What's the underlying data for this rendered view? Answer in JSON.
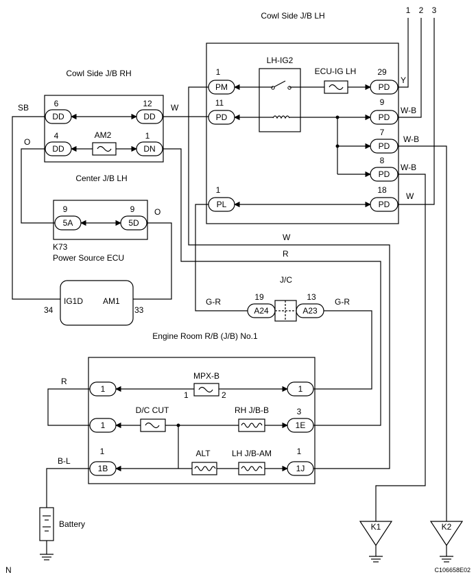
{
  "top_numbers": [
    "1",
    "2",
    "3"
  ],
  "cowl_lh": {
    "title": "Cowl Side J/B LH",
    "relay": "LH-IG2",
    "fuse": "ECU-IG LH",
    "pins": {
      "pm_num": "1",
      "pm": "PM",
      "pd11_num": "11",
      "pd11": "PD",
      "pl_num": "1",
      "pl": "PL",
      "pd29_num": "29",
      "pd29": "PD",
      "pd9_num": "9",
      "pd9": "PD",
      "pd7_num": "7",
      "pd7": "PD",
      "pd8_num": "8",
      "pd8": "PD",
      "pd18_num": "18",
      "pd18": "PD"
    },
    "wires": {
      "y": "Y",
      "wb1": "W-B",
      "wb2": "W-B",
      "wb3": "W-B",
      "w": "W"
    }
  },
  "cowl_rh": {
    "title": "Cowl Side J/B RH",
    "fuse": "AM2",
    "pins": {
      "dd6_num": "6",
      "dd6": "DD",
      "dd4_num": "4",
      "dd4": "DD",
      "dd12_num": "12",
      "dd12": "DD",
      "dn_num": "1",
      "dn": "DN"
    }
  },
  "wire_labels": {
    "sb": "SB",
    "o_left": "O",
    "w_mid": "W",
    "o_center": "O",
    "w_long": "W",
    "r_long": "R",
    "gr_left": "G-R",
    "gr_right": "G-R",
    "r_left": "R",
    "bl": "B-L"
  },
  "center_jb": {
    "title": "Center J/B LH",
    "pins": {
      "a_num": "9",
      "a": "5A",
      "d_num": "9",
      "d": "5D"
    }
  },
  "ecu": {
    "code": "K73",
    "title": "Power Source ECU",
    "ig1d": "IG1D",
    "am1": "AM1",
    "pin_ig1d": "34",
    "pin_am1": "33"
  },
  "jc": {
    "title": "J/C",
    "pins": {
      "a24_num": "19",
      "a24": "A24",
      "a23_num": "13",
      "a23": "A23"
    }
  },
  "engine_rb": {
    "title": "Engine Room R/B (J/B) No.1",
    "fuses": {
      "mpx": "MPX-B",
      "mpx_in": "1",
      "mpx_out": "2",
      "dc": "D/C CUT",
      "rh": "RH J/B-B",
      "alt": "ALT",
      "lh": "LH J/B-AM"
    },
    "pins": {
      "l1": "1",
      "l2": "1",
      "l3_num": "1",
      "l3": "1B",
      "r1": "1",
      "r2_num": "3",
      "r2": "1E",
      "r3_num": "1",
      "r3": "1J"
    }
  },
  "battery": "Battery",
  "grounds": {
    "k1": "K1",
    "k2": "K2"
  },
  "corner_n": "N",
  "code": "C106658E02"
}
